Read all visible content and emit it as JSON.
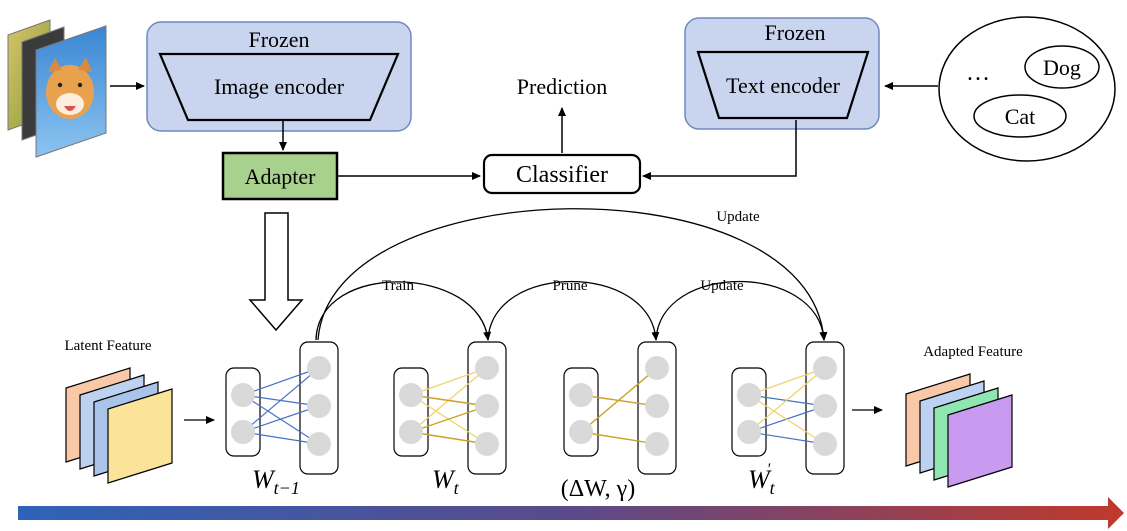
{
  "encoders": {
    "image": {
      "frozen_label": "Frozen",
      "label": "Image encoder"
    },
    "text": {
      "frozen_label": "Frozen",
      "label": "Text encoder"
    }
  },
  "labels": {
    "ellipsis": "…",
    "dog": "Dog",
    "cat": "Cat",
    "prediction": "Prediction",
    "adapter": "Adapter",
    "classifier": "Classifier"
  },
  "process": {
    "update_top": "Update",
    "train": "Train",
    "prune": "Prune",
    "update": "Update"
  },
  "features": {
    "latent": "Latent Feature",
    "adapted": "Adapted Feature"
  },
  "weights": {
    "w_prev": {
      "base": "W",
      "sub": "t−1"
    },
    "w_t": {
      "base": "W",
      "sub": "t"
    },
    "delta": "(ΔW, γ)",
    "w_t_prime": {
      "base": "W",
      "sub": "t",
      "sup": "'"
    }
  },
  "colors": {
    "encoder_fill": "#c9d5ee",
    "encoder_stroke": "#6f89bf",
    "adapter_fill": "#a9d18e",
    "blue_edge": "#4472c4",
    "gold_edge": "#c9a227",
    "light_gold": "#f0d36b",
    "arrow_start": "#2e63b8",
    "arrow_end": "#c0392b"
  }
}
